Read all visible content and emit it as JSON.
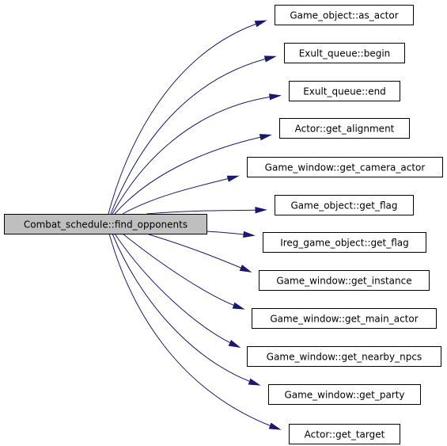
{
  "colors": {
    "edge": "#191970",
    "source_fill": "#bfbfbf",
    "target_fill": "#ffffff",
    "border": "#000000",
    "text": "#000000"
  },
  "source": {
    "label": "Combat_schedule::find_opponents"
  },
  "targets": [
    {
      "label": "Game_object::as_actor"
    },
    {
      "label": "Exult_queue::begin"
    },
    {
      "label": "Exult_queue::end"
    },
    {
      "label": "Actor::get_alignment"
    },
    {
      "label": "Game_window::get_camera_actor"
    },
    {
      "label": "Game_object::get_flag"
    },
    {
      "label": "Ireg_game_object::get_flag"
    },
    {
      "label": "Game_window::get_instance"
    },
    {
      "label": "Game_window::get_main_actor"
    },
    {
      "label": "Game_window::get_nearby_npcs"
    },
    {
      "label": "Game_window::get_party"
    },
    {
      "label": "Actor::get_target"
    }
  ]
}
